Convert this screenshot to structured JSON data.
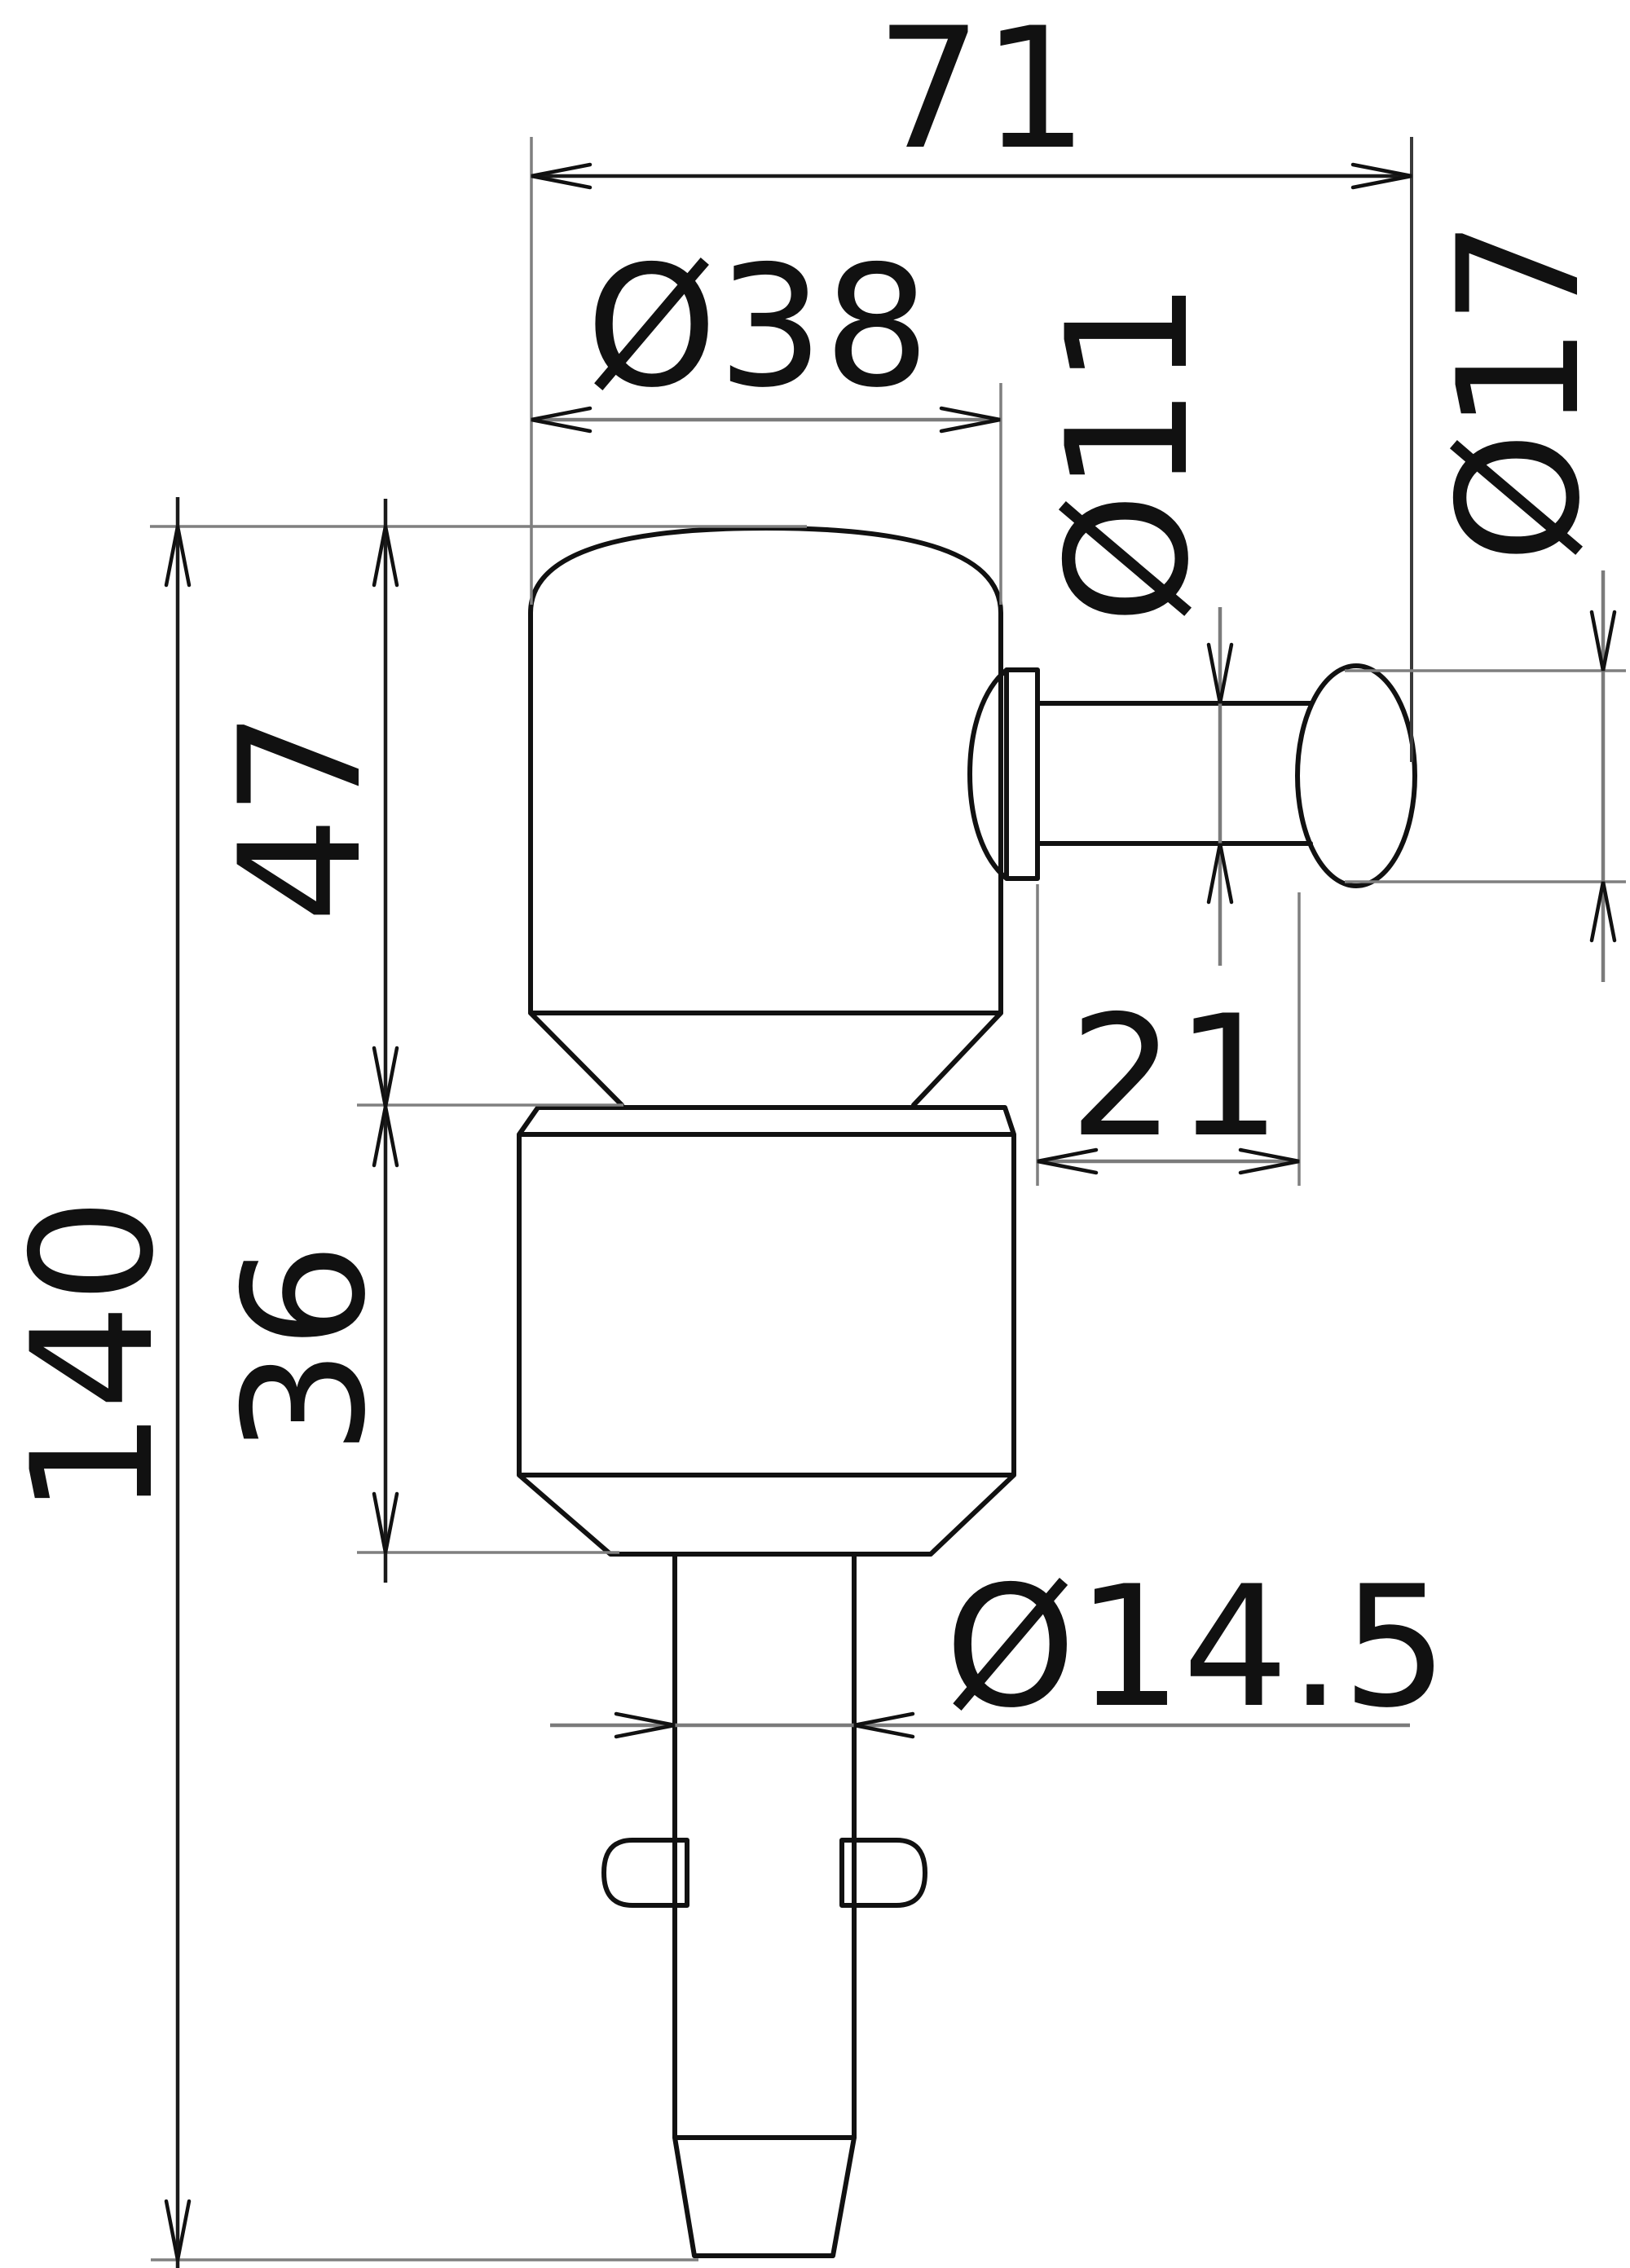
{
  "drawing": {
    "type": "technical-dimension-drawing",
    "labels": {
      "overall_width": "71",
      "body_diameter": "Ø38",
      "stem_diameter": "Ø11",
      "head_diameter": "Ø17",
      "upper_height": "47",
      "stem_length": "21",
      "nut_height": "36",
      "overall_height": "140",
      "shaft_diameter": "Ø14.5"
    },
    "colors": {
      "outline": "#111111",
      "dimension_primary": "#1a1a1a",
      "dimension_secondary": "#7b7b7b",
      "extension": "#7f7f7f",
      "background": "#ffffff"
    }
  }
}
